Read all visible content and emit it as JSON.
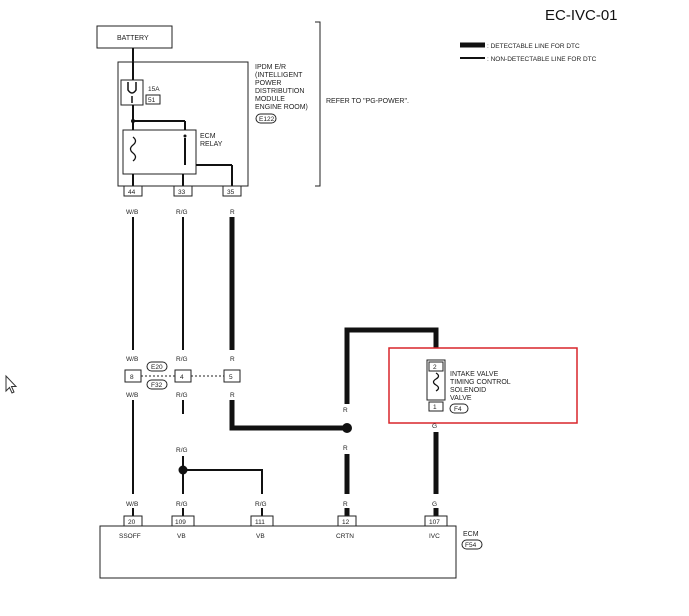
{
  "diagram": {
    "code": "EC-IVC-01",
    "legend": {
      "detectable": ": DETECTABLE LINE FOR DTC",
      "non_detectable": ": NON-DETECTABLE LINE FOR DTC"
    },
    "battery": "BATTERY",
    "fuse": {
      "rating": "15A",
      "number": "51"
    },
    "ecm_relay": [
      "ECM",
      "RELAY"
    ],
    "ipdm": {
      "lines": [
        "IPDM E/R",
        "(INTELLIGENT",
        "POWER",
        "DISTRIBUTION",
        "MODULE",
        "ENGINE ROOM)"
      ],
      "connector": "E122",
      "pins": [
        "44",
        "33",
        "35"
      ]
    },
    "refer_note": "REFER TO \"PG-POWER\".",
    "wire_colors": {
      "wb": "W/B",
      "rg": "R/G",
      "r": "R",
      "g": "G"
    },
    "joint": {
      "pins": [
        "8",
        "4",
        "5"
      ],
      "connectors": [
        "E20",
        "F32"
      ]
    },
    "solenoid": {
      "lines": [
        "INTAKE VALVE",
        "TIMING CONTROL",
        "SOLENOID",
        "VALVE"
      ],
      "pins": [
        "2",
        "1"
      ],
      "connector": "F4"
    },
    "ecm": {
      "label": "ECM",
      "connector": "F54",
      "pins": [
        {
          "num": "20",
          "name": "SSOFF"
        },
        {
          "num": "109",
          "name": "VB"
        },
        {
          "num": "111",
          "name": "VB"
        },
        {
          "num": "12",
          "name": "CRTN"
        },
        {
          "num": "107",
          "name": "IVC"
        }
      ]
    },
    "highlight_color": "#d9252a"
  },
  "cursor": {
    "icon": "mouse-pointer-icon"
  }
}
